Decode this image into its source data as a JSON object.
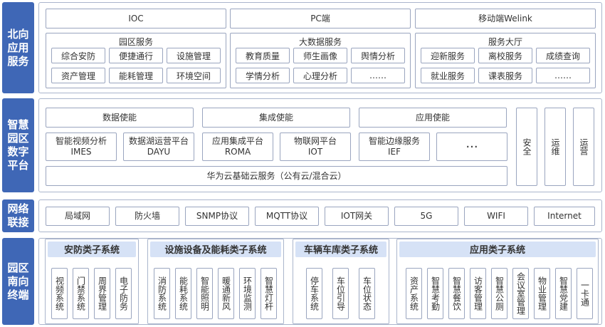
{
  "north": {
    "label": "北向应用服务",
    "top_row": [
      "IOC",
      "PC端",
      "移动端Welink"
    ],
    "groups": [
      {
        "title": "园区服务",
        "items": [
          "综合安防",
          "便捷通行",
          "设施管理",
          "资产管理",
          "能耗管理",
          "环境空间"
        ]
      },
      {
        "title": "大数据服务",
        "items": [
          "教育质量",
          "师生画像",
          "舆情分析",
          "学情分析",
          "心理分析",
          "……"
        ]
      },
      {
        "title": "服务大厅",
        "items": [
          "迎新服务",
          "离校服务",
          "成绩查询",
          "就业服务",
          "课表服务",
          "……"
        ]
      }
    ]
  },
  "platform": {
    "label": "智慧园区数字平台",
    "headers": [
      "数据使能",
      "集成使能",
      "应用使能"
    ],
    "modules": [
      {
        "line1": "智能视频分析",
        "line2": "IMES"
      },
      {
        "line1": "数据湖运营平台",
        "line2": "DAYU"
      },
      {
        "line1": "应用集成平台",
        "line2": "ROMA"
      },
      {
        "line1": "物联网平台",
        "line2": "IOT"
      },
      {
        "line1": "智能边缘服务",
        "line2": "IEF"
      }
    ],
    "more": "···",
    "base": "华为云基础云服务（公有云/混合云）",
    "side": [
      "安全",
      "运维",
      "运营"
    ]
  },
  "network": {
    "label": "网络联接",
    "items": [
      "局域网",
      "防火墙",
      "SNMP协议",
      "MQTT协议",
      "IOT网关",
      "5G",
      "WIFI",
      "Internet"
    ]
  },
  "south": {
    "label": "园区南向终端",
    "groups": [
      {
        "title": "安防类子系统",
        "items": [
          "视频系统",
          "门禁系统",
          "周界管理",
          "电子防务"
        ]
      },
      {
        "title": "设施设备及能耗类子系统",
        "items": [
          "消防系统",
          "能耗系统",
          "智能照明",
          "暖通新风",
          "环境监测",
          "智慧灯杆"
        ]
      },
      {
        "title": "车辆车库类子系统",
        "items": [
          "停车系统",
          "车位引导",
          "车位状态"
        ]
      },
      {
        "title": "应用类子系统",
        "items": [
          "资产系统",
          "智慧考勤",
          "智慧餐饮",
          "访客管理",
          "智慧公厕",
          "会议室管理",
          "物业管理",
          "智慧党建",
          "一卡通"
        ]
      }
    ]
  },
  "colors": {
    "accent": "#3f67b6",
    "subheader": "#d6e2f6",
    "border": "#9aa5bf"
  }
}
